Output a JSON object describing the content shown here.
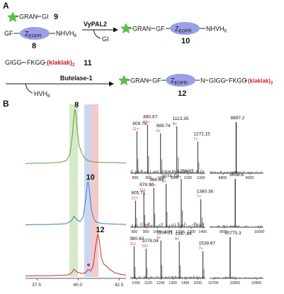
{
  "panel_a": {
    "label": "A",
    "r1_peptide_gran": "GRAN",
    "r1_peptide_gi": "GI",
    "r1_compound": "9",
    "r2_prefix": "GF",
    "zegfr_main": "Z",
    "zegfr_sub": "EGFR",
    "r2_suffix": "NHVH",
    "hexa_sub": "6",
    "r2_compound": "8",
    "enzyme1": "VyPAL2",
    "leaving1": "GI",
    "prod1_gran": "GRAN",
    "prod1_gf": "GF",
    "prod1_compound": "10",
    "r3_reagent_a": "GIGG",
    "r3_reagent_b": "FKGG",
    "r3_klak": "(klaklak)",
    "r3_klak_sub": "2",
    "r3_compound": "11",
    "enzyme2": "Butelase-1",
    "leaving2": "HVH",
    "leaving2_sub": "6",
    "prod2_gran": "GRAN",
    "prod2_gf": "GF",
    "prod2_n": "N",
    "prod2_gigg": "GIGG",
    "prod2_fkgg": "FKGG",
    "prod2_compound": "12"
  },
  "panel_b": {
    "label": "B"
  },
  "colors": {
    "star": "#5cc04a",
    "ellipse": "#9b9fe6",
    "klak": "#d0202a",
    "trace8": "#5aa03c",
    "trace10": "#3f7ebf",
    "trace12": "#c03030",
    "band_green": "#cfe6c0",
    "band_blue": "#c9d5ee",
    "band_red": "#f3c6c6",
    "charge_label": "#d43030"
  },
  "chart_data": [
    {
      "type": "line",
      "name": "hplc",
      "xticks": [
        "37.5",
        "40.0",
        "42.5"
      ],
      "traces": [
        {
          "label": "8",
          "peak_x": 39.9,
          "points": [
            [
              36.8,
              0.02
            ],
            [
              37.4,
              0.03
            ],
            [
              38.0,
              0.03
            ],
            [
              38.6,
              0.04
            ],
            [
              39.0,
              0.05
            ],
            [
              39.3,
              0.08
            ],
            [
              39.5,
              0.2
            ],
            [
              39.65,
              0.55
            ],
            [
              39.75,
              0.9
            ],
            [
              39.8,
              1.0
            ],
            [
              39.85,
              0.95
            ],
            [
              39.95,
              0.6
            ],
            [
              40.05,
              0.35
            ],
            [
              40.2,
              0.22
            ],
            [
              40.35,
              0.14
            ],
            [
              40.5,
              0.09
            ],
            [
              40.7,
              0.06
            ],
            [
              41.0,
              0.05
            ],
            [
              41.5,
              0.04
            ],
            [
              42.2,
              0.04
            ],
            [
              42.9,
              0.03
            ]
          ]
        },
        {
          "label": "10",
          "peak_x": 40.6,
          "points": [
            [
              36.8,
              0.02
            ],
            [
              37.4,
              0.03
            ],
            [
              38.2,
              0.03
            ],
            [
              38.9,
              0.04
            ],
            [
              39.3,
              0.05
            ],
            [
              39.6,
              0.12
            ],
            [
              39.75,
              0.22
            ],
            [
              39.9,
              0.14
            ],
            [
              40.1,
              0.1
            ],
            [
              40.3,
              0.2
            ],
            [
              40.45,
              0.6
            ],
            [
              40.55,
              0.95
            ],
            [
              40.6,
              1.0
            ],
            [
              40.68,
              0.8
            ],
            [
              40.8,
              0.35
            ],
            [
              40.95,
              0.15
            ],
            [
              41.1,
              0.08
            ],
            [
              41.5,
              0.05
            ],
            [
              42.2,
              0.04
            ],
            [
              42.9,
              0.03
            ]
          ]
        },
        {
          "label": "12",
          "peak_x": 41.2,
          "points": [
            [
              36.8,
              0.02
            ],
            [
              37.5,
              0.03
            ],
            [
              38.3,
              0.03
            ],
            [
              39.0,
              0.04
            ],
            [
              39.4,
              0.05
            ],
            [
              39.6,
              0.1
            ],
            [
              39.75,
              0.18
            ],
            [
              39.9,
              0.12
            ],
            [
              40.2,
              0.08
            ],
            [
              40.45,
              0.1
            ],
            [
              40.6,
              0.18
            ],
            [
              40.75,
              0.14
            ],
            [
              40.9,
              0.25
            ],
            [
              41.05,
              0.7
            ],
            [
              41.15,
              0.95
            ],
            [
              41.2,
              1.0
            ],
            [
              41.28,
              0.85
            ],
            [
              41.4,
              0.45
            ],
            [
              41.55,
              0.3
            ],
            [
              41.7,
              0.26
            ],
            [
              41.9,
              0.18
            ],
            [
              42.2,
              0.1
            ],
            [
              42.6,
              0.06
            ],
            [
              42.9,
              0.04
            ]
          ]
        }
      ]
    },
    {
      "type": "bar",
      "name": "esi_ms_8",
      "xticks": [
        "800",
        "900",
        "1000",
        "1100",
        "1200",
        "1300"
      ],
      "peaks": [
        {
          "mz": 809.79,
          "label": "809.79",
          "charge": "11+",
          "rel": 0.82
        },
        {
          "mz": 890.67,
          "label": "890.67",
          "charge": "10+",
          "rel": 0.95
        },
        {
          "mz": 989.74,
          "label": "989.74",
          "charge": "9+",
          "rel": 0.78
        },
        {
          "mz": 1113.35,
          "label": "1113.35",
          "charge": "8+",
          "rel": 0.92
        },
        {
          "mz": 1272.15,
          "label": "1272.15",
          "charge": "7+",
          "rel": 0.62
        }
      ]
    },
    {
      "type": "bar",
      "name": "deconv_8",
      "xticks": [
        "8800",
        "9000"
      ],
      "peaks": [
        {
          "mz": 8897.2,
          "label": "8897.2",
          "rel": 1.0
        }
      ]
    },
    {
      "type": "bar",
      "name": "esi_ms_10",
      "xticks": [
        "800",
        "900",
        "1000",
        "1100",
        "1200",
        "1300",
        "1400"
      ],
      "peaks": [
        {
          "mz": 805.71,
          "label": "805.71",
          "charge": "12+",
          "rel": 0.55
        },
        {
          "mz": 878.9,
          "label": "878.90",
          "charge": "11+",
          "rel": 0.72
        },
        {
          "mz": 966.64,
          "label": "966.64",
          "charge": "10+",
          "rel": 0.82
        },
        {
          "mz": 1074.1,
          "label": "1074.10",
          "charge": "9+",
          "rel": 0.9
        },
        {
          "mz": 1208.07,
          "label": "1208.07",
          "charge": "8+",
          "rel": 1.0
        },
        {
          "mz": 1380.36,
          "label": "1380.36",
          "charge": "7+",
          "rel": 0.58
        }
      ]
    },
    {
      "type": "bar",
      "name": "deconv_10",
      "xticks": [
        "9500",
        "10000"
      ],
      "peaks": [
        {
          "mz": 9656.6,
          "label": "9656.6",
          "rel": 1.0
        }
      ]
    },
    {
      "type": "bar",
      "name": "esi_ms_12",
      "xticks": [
        "1000",
        "1100",
        "1200",
        "1300",
        "1400",
        "1500"
      ],
      "peaks": [
        {
          "mz": 980.6,
          "label": "980.60",
          "charge": "11+",
          "rel": 0.78
        },
        {
          "mz": 1078.04,
          "label": "1078.04",
          "charge": "10+",
          "rel": 0.72
        },
        {
          "mz": 1198.21,
          "label": "1198.21",
          "charge": "9+",
          "rel": 0.92
        },
        {
          "mz": 1347.84,
          "label": "1347.84",
          "charge": "8+",
          "rel": 0.9
        },
        {
          "mz": 1539.87,
          "label": "1539.87",
          "charge": "7+",
          "rel": 0.66
        }
      ]
    },
    {
      "type": "bar",
      "name": "deconv_12",
      "xticks": [
        "10700",
        "10800",
        "10900"
      ],
      "peaks": [
        {
          "mz": 10775.3,
          "label": "10775.3",
          "rel": 1.0
        }
      ]
    }
  ]
}
